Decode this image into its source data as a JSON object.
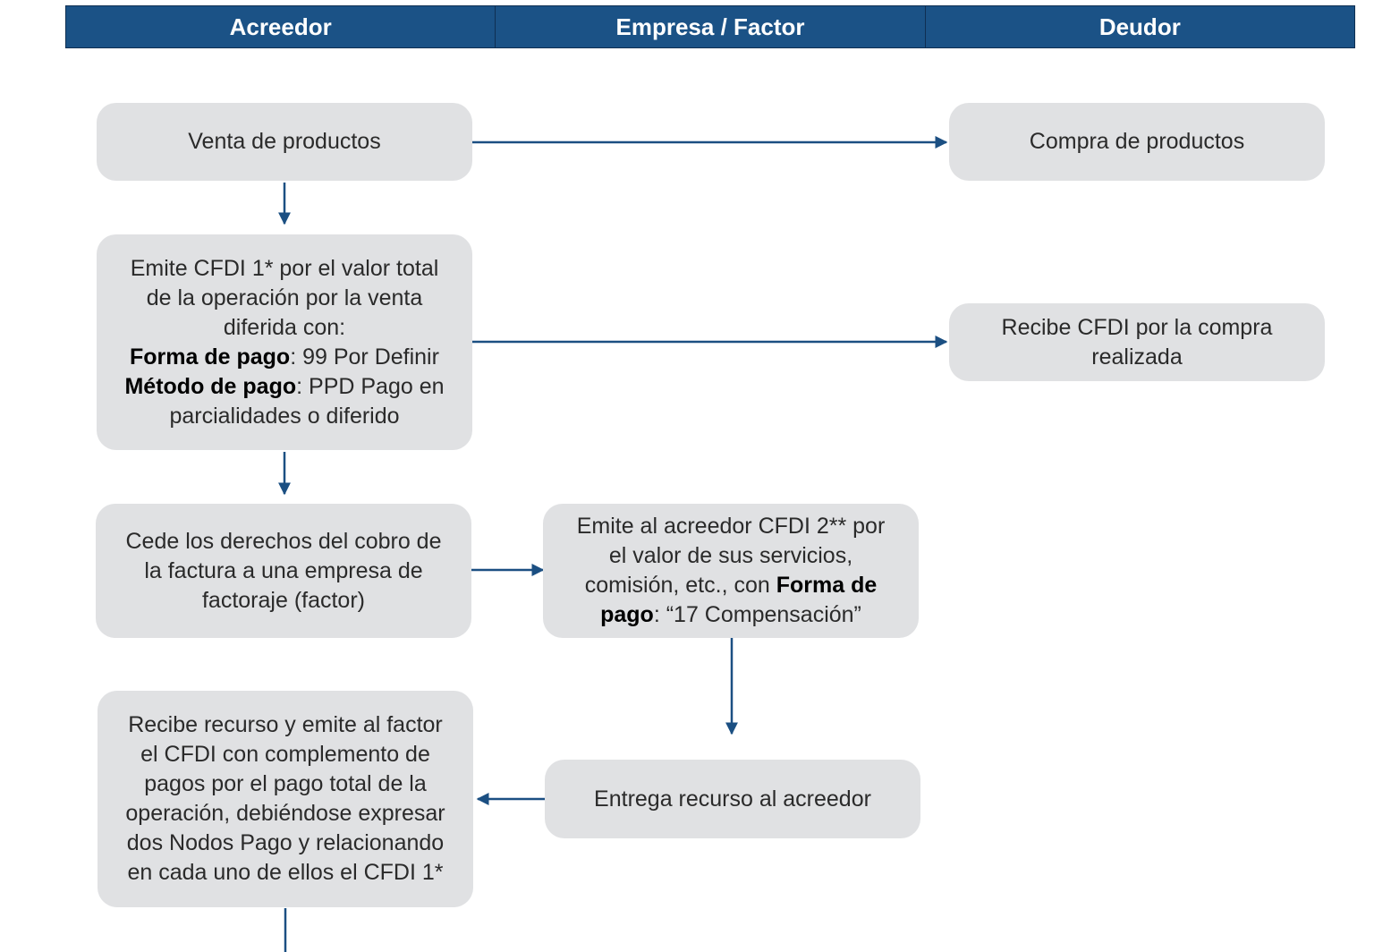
{
  "header": {
    "col1": "Acreedor",
    "col2": "Empresa / Factor",
    "col3": "Deudor"
  },
  "boxes": {
    "venta": "Venta de productos",
    "compra": "Compra de productos",
    "emite1": {
      "line1": "Emite CFDI 1* por el valor total",
      "line2": "de la operación por la venta",
      "line3": "diferida con:",
      "forma_label": "Forma de pago",
      "forma_value": ": 99 Por Definir",
      "metodo_label": "Método de pago",
      "metodo_value": ": PPD Pago en",
      "line6": "parcialidades o diferido"
    },
    "recibe_cfdi": {
      "line1": "Recibe CFDI por la compra",
      "line2": "realizada"
    },
    "cede": {
      "line1": "Cede los derechos del cobro de",
      "line2": "la factura a una empresa de",
      "line3": "factoraje (factor)"
    },
    "emite2": {
      "line1": "Emite al acreedor CFDI 2** por",
      "line2": "el valor de sus servicios,",
      "line3a": "comisión, etc., con ",
      "forma_label_a": "Forma de",
      "forma_label_b": "pago",
      "line4b": ": “17 Compensación”"
    },
    "entrega": "Entrega recurso al acreedor",
    "recibe_recurso": {
      "line1": "Recibe recurso y emite al factor",
      "line2": "el CFDI con complemento de",
      "line3": "pagos por el pago total de la",
      "line4": "operación, debiéndose expresar",
      "line5": "dos Nodos Pago y relacionando",
      "line6": "en cada uno de ellos el CFDI 1*"
    }
  },
  "colors": {
    "header_bg": "#1b5286",
    "arrow": "#1b4f82",
    "box_bg": "#e0e1e3"
  }
}
